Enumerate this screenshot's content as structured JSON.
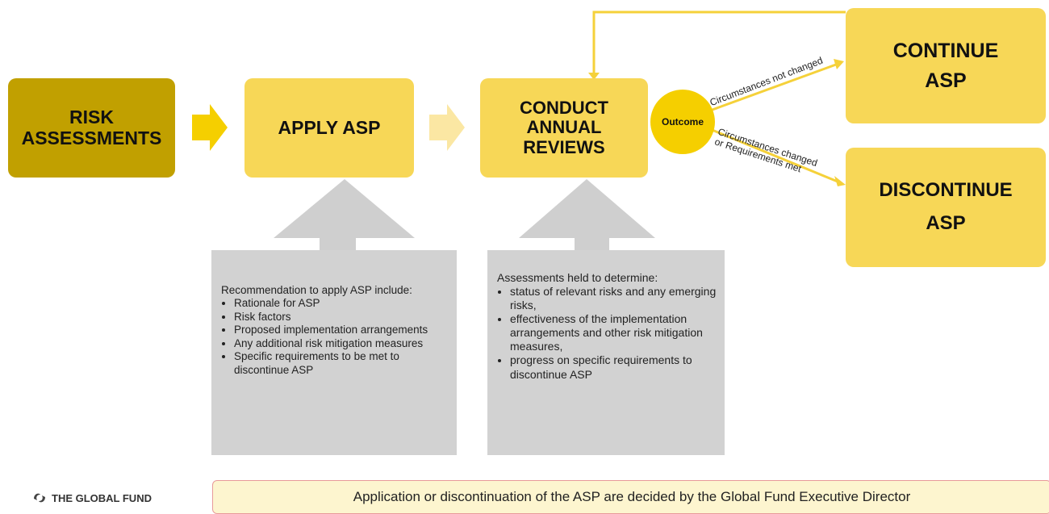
{
  "nodes": {
    "risk": "RISK\nASSESSMENTS",
    "apply": "APPLY ASP",
    "review": "CONDUCT\nANNUAL\nREVIEWS",
    "outcome": "Outcome",
    "continue": "CONTINUE\nASP",
    "discontinue": "DISCONTINUE\nASP"
  },
  "edges": {
    "not_changed": "Circumstances not changed",
    "changed": "Circumstances changed\nor Requirements met"
  },
  "apply_note": {
    "intro": "Recommendation to apply ASP include:",
    "items": [
      "Rationale for ASP",
      "Risk factors",
      "Proposed implementation arrangements",
      "Any additional risk mitigation measures",
      "Specific requirements to be met to discontinue ASP"
    ]
  },
  "review_note": {
    "intro": "Assessments held to determine:",
    "items": [
      "status of relevant risks and any emerging risks,",
      "effectiveness of the implementation arrangements and other risk mitigation measures,",
      "progress on specific requirements to discontinue ASP"
    ]
  },
  "footer": {
    "banner": "Application or discontinuation of the ASP are decided by the Global Fund Executive Director",
    "logo": "THE GLOBAL FUND"
  },
  "colors": {
    "risk_fill": "#c1a000",
    "step_fill": "#f7d757",
    "outcome_fill": "#f5cf00",
    "connector": "#f5d13a",
    "note_fill": "#d2d2d2"
  }
}
